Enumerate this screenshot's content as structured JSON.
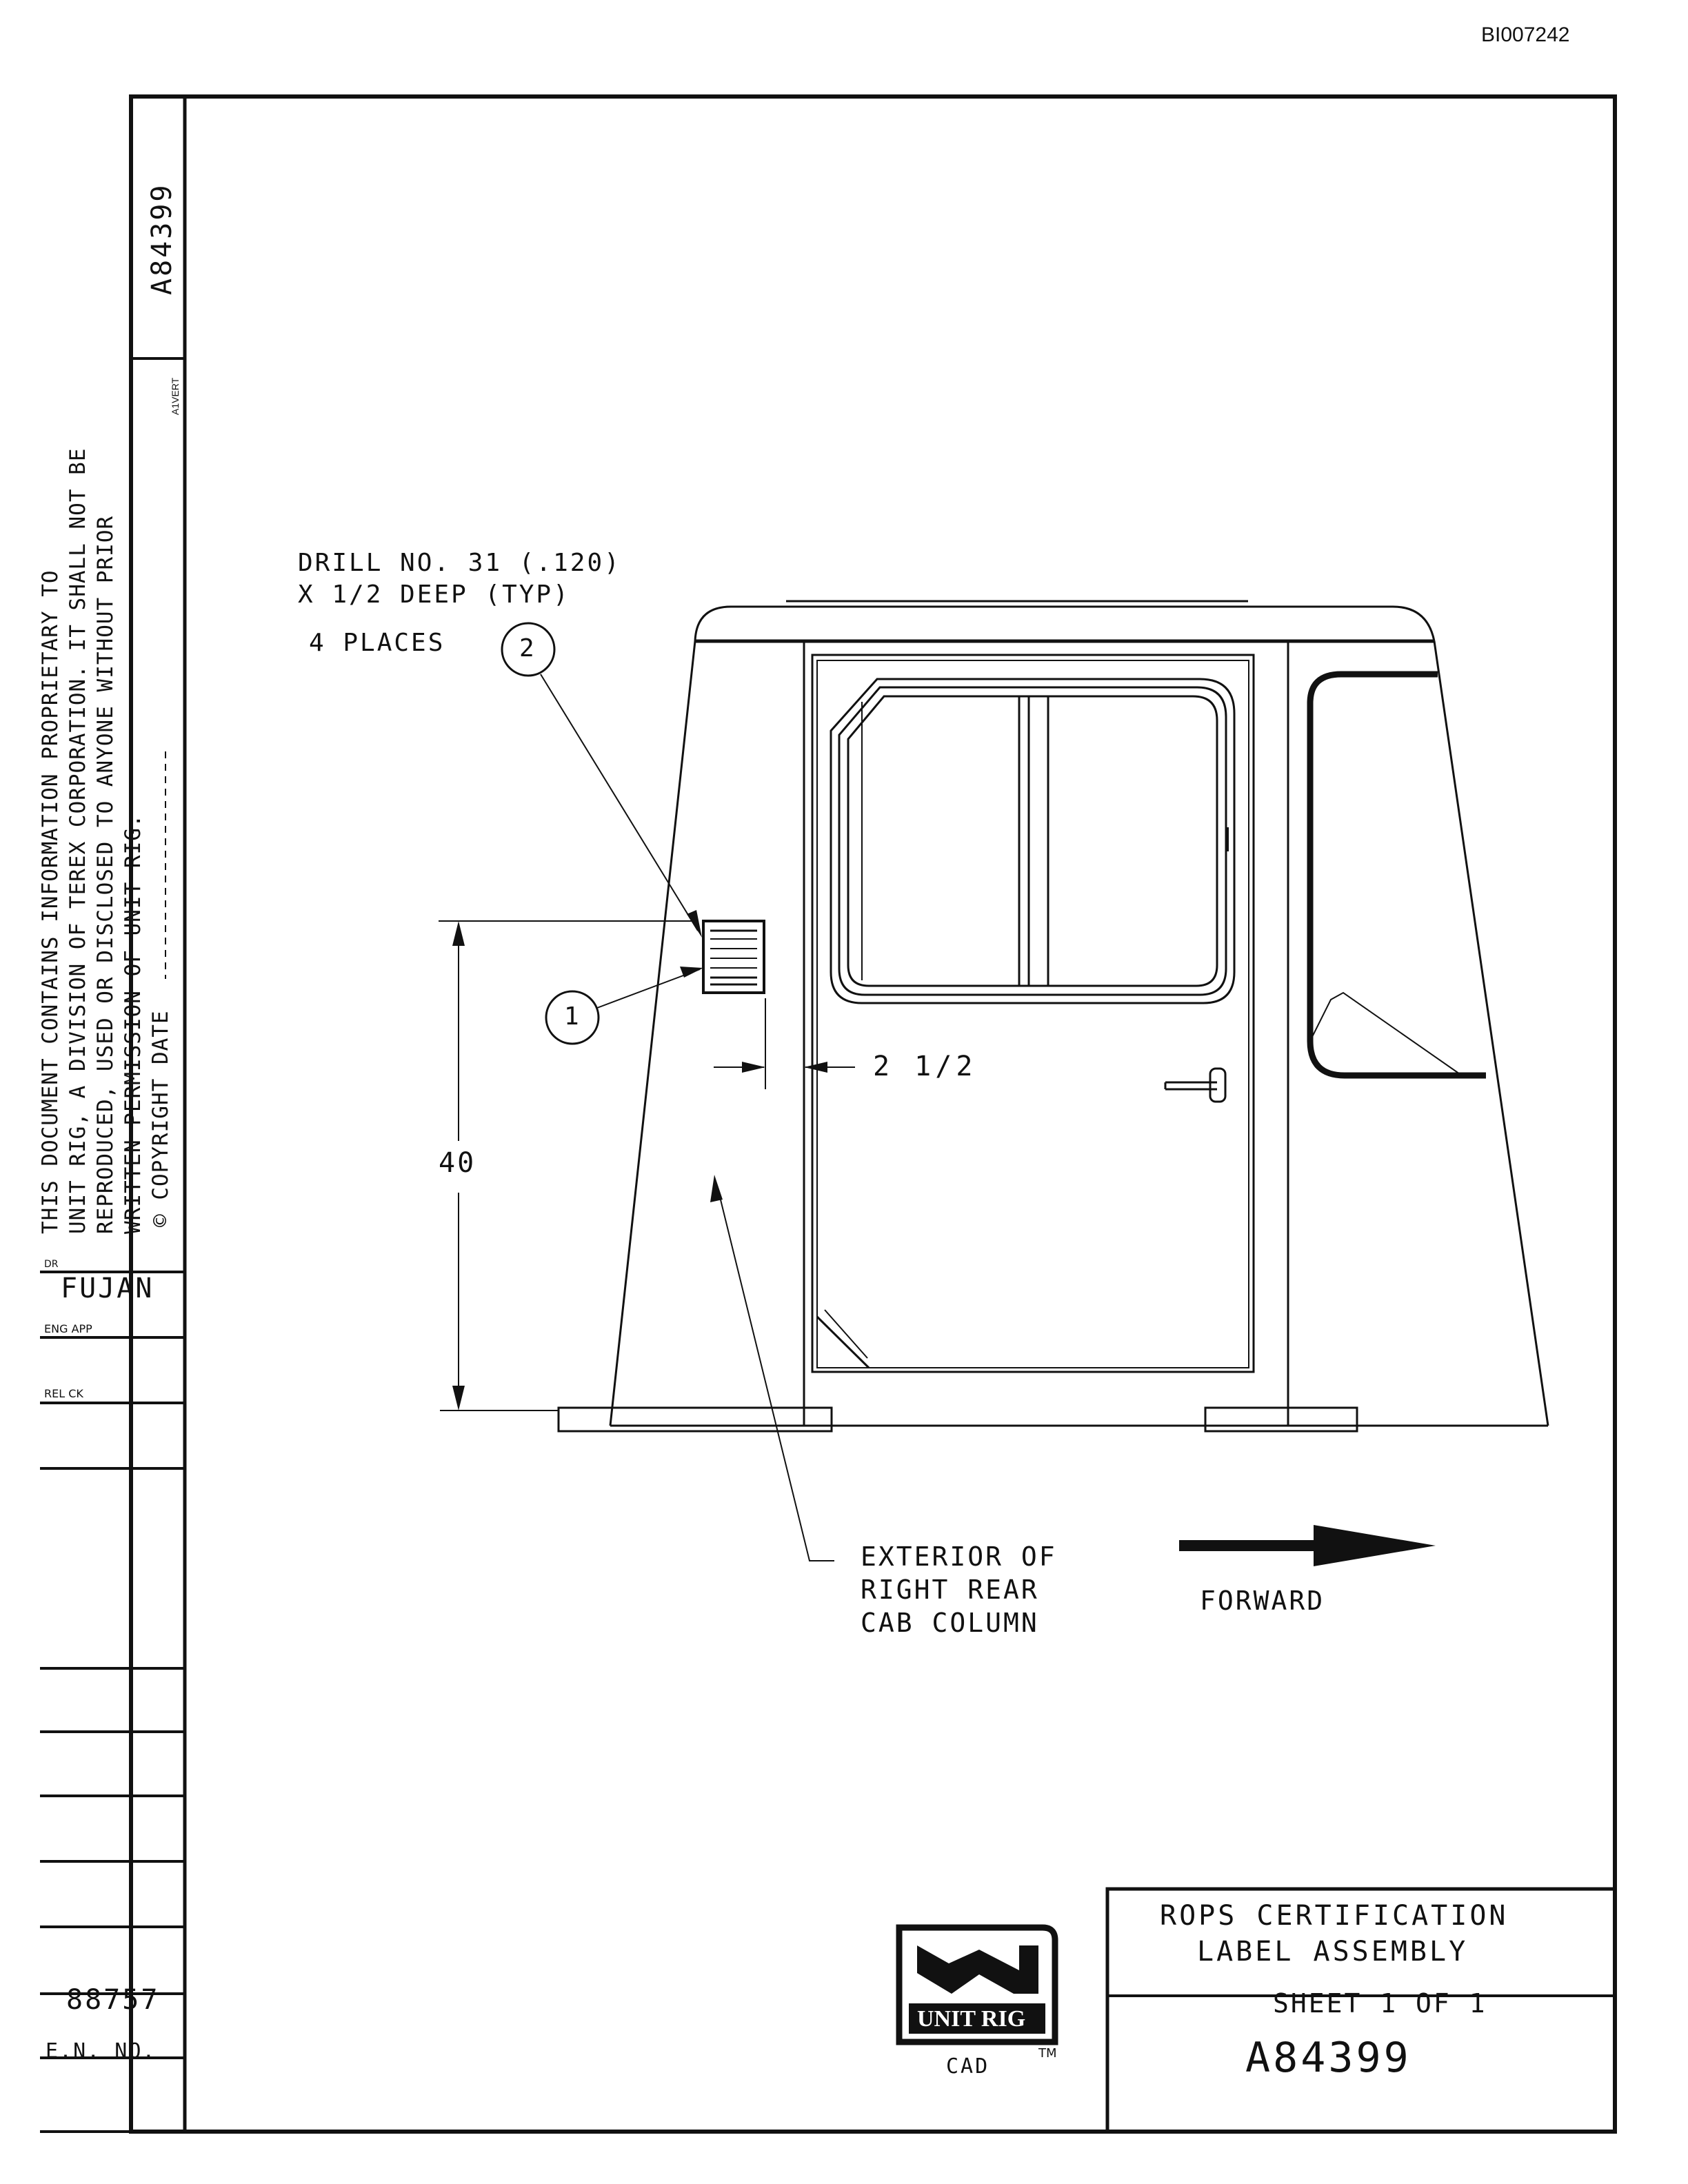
{
  "page_id": "BI007242",
  "drawing_number_side": "A84399",
  "ayer_mark": "A1VERT",
  "proprietary_notice": {
    "line1": "THIS DOCUMENT CONTAINS INFORMATION PROPRIETARY TO",
    "line2": "UNIT RIG, A DIVISION OF TEREX CORPORATION. IT SHALL NOT BE",
    "line3": "REPRODUCED, USED OR DISCLOSED TO ANYONE WITHOUT PRIOR",
    "line4": "WRITTEN PERMISSION OF UNIT RIG.",
    "line5": "© COPYRIGHT DATE"
  },
  "left_block": {
    "dr_label": "DR",
    "dr_value": "FUJAN",
    "eng_app_label": "ENG APP",
    "rel_ck_label": "REL CK",
    "en_value": "88757",
    "en_label": "E.N. NO."
  },
  "notes": {
    "drill_line1": "DRILL NO. 31 (.120)",
    "drill_line2": "X 1/2 DEEP (TYP)",
    "drill_line3": "4 PLACES",
    "balloon_1": "1",
    "balloon_2": "2",
    "dim_horizontal": "2 1/2",
    "dim_vertical": "40",
    "exterior_line1": "EXTERIOR OF",
    "exterior_line2": "RIGHT REAR",
    "exterior_line3": "CAB COLUMN",
    "forward": "FORWARD"
  },
  "title_block": {
    "title_line1": "ROPS CERTIFICATION",
    "title_line2": "LABEL ASSEMBLY",
    "sheet": "SHEET  1 OF 1",
    "drawing_number": "A84399",
    "logo_text": "UNIT RIG",
    "cad": "CAD",
    "tm": "TM"
  }
}
